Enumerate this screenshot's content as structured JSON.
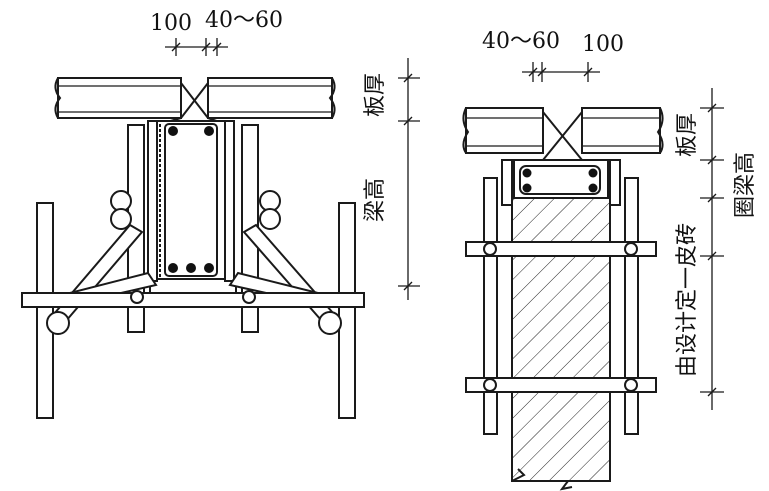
{
  "left_detail": {
    "dim_top_a": "100",
    "dim_top_b": "40～60",
    "label_slab_thickness": "板厚",
    "label_beam_height": "梁高"
  },
  "right_detail": {
    "dim_top_a": "40～60",
    "dim_top_b": "100",
    "label_slab_thickness": "板厚",
    "label_ring_beam_height": "圈梁高",
    "label_one_brick": "由设计定一皮砖"
  }
}
